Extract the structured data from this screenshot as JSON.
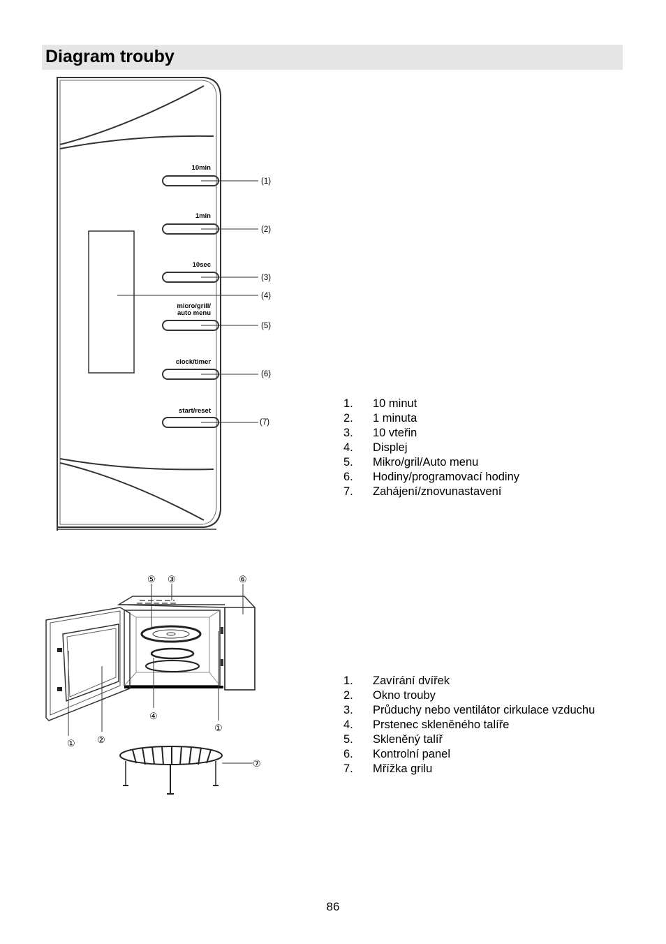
{
  "page": {
    "title": "Diagram trouby",
    "page_number": "86"
  },
  "panel_diagram": {
    "buttons": [
      {
        "label": "10min",
        "callout": "(1)"
      },
      {
        "label": "1min",
        "callout": "(2)"
      },
      {
        "label": "10sec",
        "callout": "(3)"
      },
      {
        "label_line1": "micro/grill/",
        "label_line2": "auto menu",
        "callout": "(5)"
      },
      {
        "label": "clock/timer",
        "callout": "(6)"
      },
      {
        "label": "start/reset",
        "callout": "(7)"
      }
    ],
    "display_callout": "(4)"
  },
  "panel_list": [
    {
      "num": "1.",
      "text": "10 minut"
    },
    {
      "num": "2.",
      "text": "1 minuta"
    },
    {
      "num": "3.",
      "text": "10 vteřin"
    },
    {
      "num": "4.",
      "text": "Displej"
    },
    {
      "num": "5.",
      "text": "Mikro/gril/Auto menu"
    },
    {
      "num": "6.",
      "text": "Hodiny/programovací hodiny"
    },
    {
      "num": "7.",
      "text": "Zahájení/znovunastavení"
    }
  ],
  "oven_diagram": {
    "callouts": [
      "①",
      "②",
      "③",
      "④",
      "⑤",
      "⑥",
      "⑦"
    ]
  },
  "oven_list": [
    {
      "num": "1.",
      "text": "Zavírání dvířek"
    },
    {
      "num": "2.",
      "text": "Okno trouby"
    },
    {
      "num": "3.",
      "text": "Průduchy nebo ventilátor cirkulace vzduchu"
    },
    {
      "num": "4.",
      "text": "Prstenec skleněného talíře"
    },
    {
      "num": "5.",
      "text": "Skleněný talíř"
    },
    {
      "num": "6.",
      "text": "Kontrolní panel"
    },
    {
      "num": "7.",
      "text": "Mřížka grilu"
    }
  ]
}
